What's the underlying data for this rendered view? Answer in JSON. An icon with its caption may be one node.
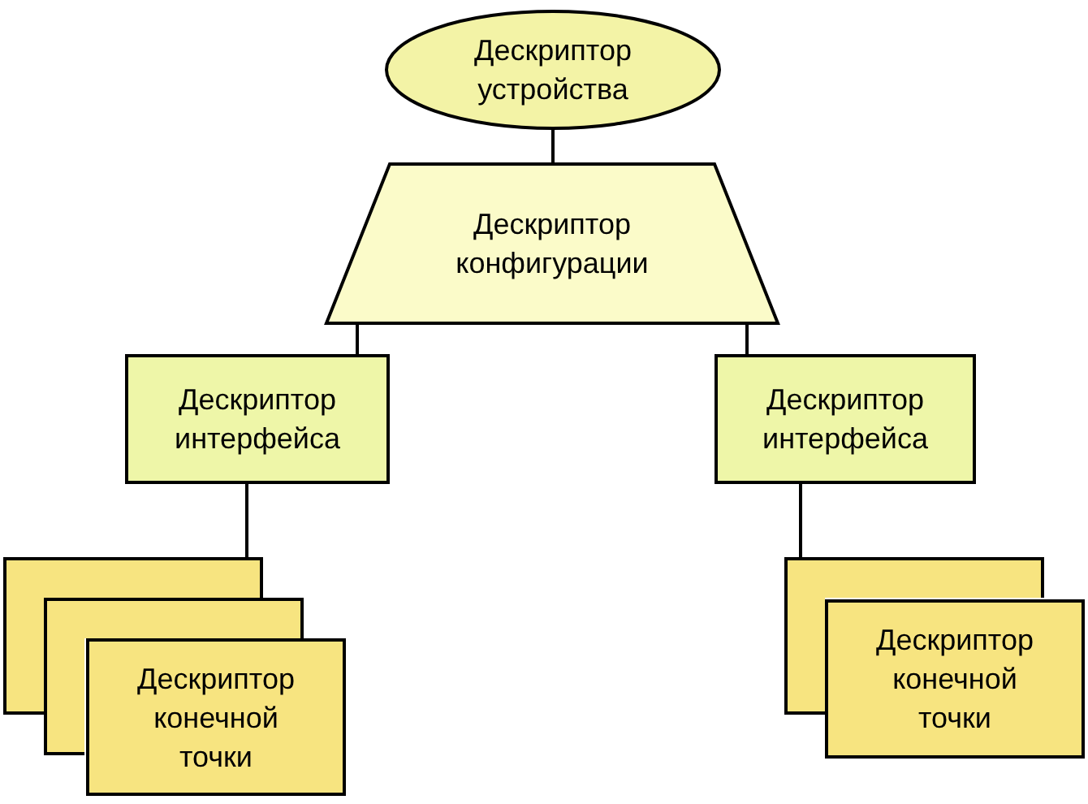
{
  "diagram": {
    "nodes": [
      {
        "text": [
          "Дескриптор устройства"
        ]
      },
      {
        "text": [
          "Дескриптор конфигурации"
        ]
      },
      {
        "text": [
          "Дескриптор интерфейса"
        ]
      },
      {
        "text": [
          "Дескриптор интерфейса"
        ]
      },
      {
        "text": [],
        "shape": "box"
      },
      {
        "text": [],
        "shape": "box"
      },
      {
        "text": [
          "Дескриптор конечной точки"
        ]
      },
      {
        "text": [],
        "shape": "box"
      },
      {
        "text": [
          "Дескриптор конечной точки"
        ]
      }
    ],
    "edges": [
      {
        "from": 0,
        "to": 1,
        "arrow": "none"
      },
      {
        "from": 1,
        "to": 2,
        "arrow": "none"
      },
      {
        "from": 1,
        "to": 3,
        "arrow": "none"
      },
      {
        "from": 2,
        "to": 4,
        "arrow": "none"
      },
      {
        "from": 3,
        "to": 7,
        "arrow": "none"
      }
    ]
  }
}
